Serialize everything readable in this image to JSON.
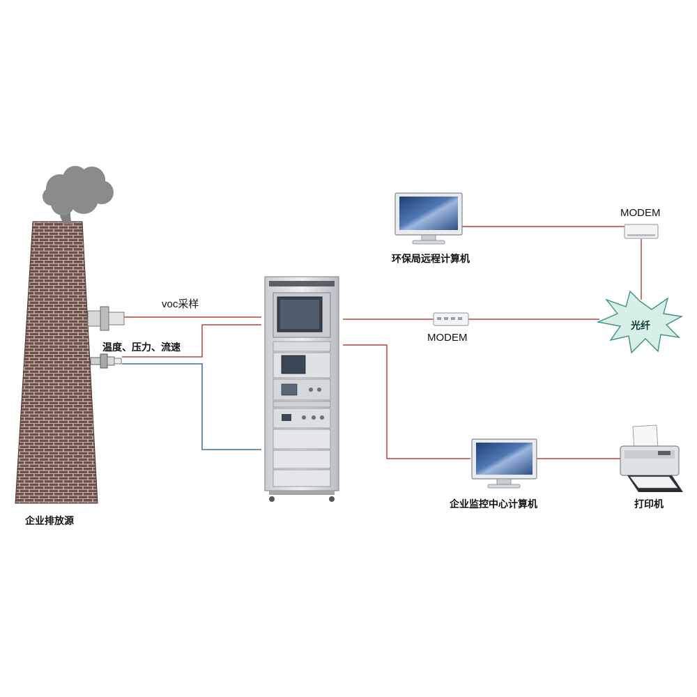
{
  "labels": {
    "source": "企业排放源",
    "voc_sampling": "voc采样",
    "temp_pressure_flow": "温度、压力、流速",
    "epb_computer": "环保局远程计算机",
    "modem_top": "MODEM",
    "modem_mid": "MODEM",
    "fiber": "光纤",
    "enterprise_computer": "企业监控中心计算机",
    "printer": "打印机"
  },
  "icons": {
    "chimney": "brick-chimney-icon",
    "smoke": "smoke-cloud-icon",
    "probe_top": "sampling-probe-icon",
    "probe_bottom": "sensor-probe-icon",
    "cabinet": "analyzer-cabinet-icon",
    "monitor": "monitor-icon",
    "modem": "modem-icon",
    "fiber": "fiber-burst-icon",
    "printer": "printer-icon"
  },
  "colors": {
    "line_red": "#b5473f",
    "line_blue": "#3d6f9c",
    "brick": "#6d4f47",
    "mortar": "#d8cdc8",
    "smoke": "#8b8b8b",
    "burst_fill": "#d6f0e8",
    "burst_stroke": "#3f8f86"
  }
}
